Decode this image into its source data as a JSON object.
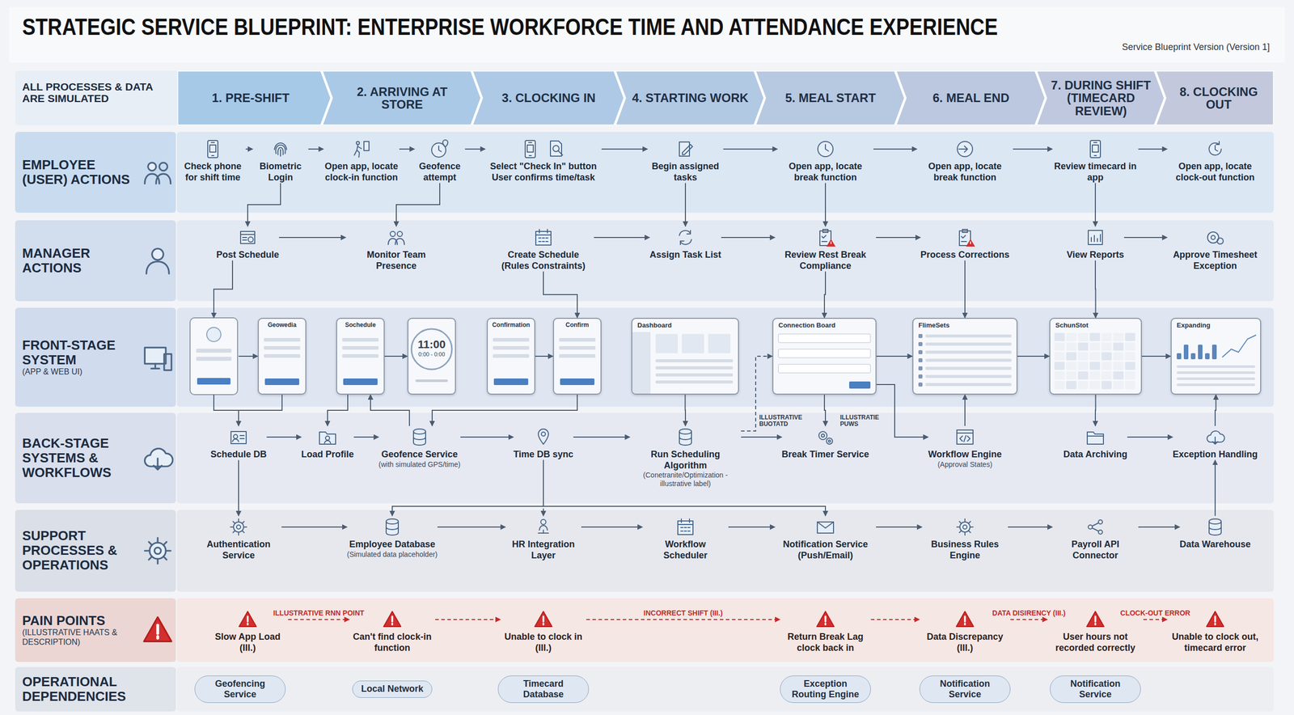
{
  "diagram": {
    "title": "STRATEGIC SERVICE BLUEPRINT: ENTERPRISE WORKFORCE TIME AND ATTENDANCE EXPERIENCE",
    "nodes": [
      {
        "text": [
          "1. PRE-SHIFT"
        ]
      },
      {
        "text": [
          "2. ARRIVING AT STORE"
        ]
      },
      {
        "text": [
          "3. CLOCKING IN"
        ]
      },
      {
        "text": [
          "4. STARTING WORK"
        ]
      },
      {
        "text": [
          "5. MEAL START"
        ]
      },
      {
        "text": [
          "6. MEAL END"
        ]
      },
      {
        "text": [
          "7. DURING SHIFT (TIMECARD REVIEW)"
        ]
      },
      {
        "text": [
          "8. CLOCKING OUT"
        ]
      },
      {
        "text": [
          "EMPLOYEE (USER) ACTIONS"
        ]
      },
      {
        "text": [
          "Check phone for shift time"
        ],
        "in": 8
      },
      {
        "text": [
          "Biometric Login"
        ],
        "in": 8
      },
      {
        "text": [
          "Open app, locate clock-in function"
        ],
        "in": 8
      },
      {
        "text": [
          "Geofence attempt"
        ],
        "in": 8
      },
      {
        "text": [
          "Select \"Check In\" button User confirms time/task"
        ],
        "in": 8
      },
      {
        "text": [
          "Begin assigned tasks"
        ],
        "in": 8
      },
      {
        "text": [
          "Open app, locate break function"
        ],
        "in": 8
      },
      {
        "text": [
          "Open app, locate break function"
        ],
        "in": 8
      },
      {
        "text": [
          "Review timecard in app"
        ],
        "in": 8
      },
      {
        "text": [
          "Open app, locate clock-out function"
        ],
        "in": 8
      },
      {
        "text": [
          "MANAGER ACTIONS"
        ]
      },
      {
        "text": [
          "Post Schedule"
        ],
        "in": 19
      },
      {
        "text": [
          "Monitor Team Presence"
        ],
        "in": 19
      },
      {
        "text": [
          "Create Schedule (Rules Constraints)"
        ],
        "in": 19
      },
      {
        "text": [
          "Assign Task List"
        ],
        "in": 19
      },
      {
        "text": [
          "Review Rest Break Compliance"
        ],
        "in": 19
      },
      {
        "text": [
          "Process Corrections"
        ],
        "in": 19
      },
      {
        "text": [
          "View Reports"
        ],
        "in": 19
      },
      {
        "text": [
          "Approve Timesheet Exception"
        ],
        "in": 19
      },
      {
        "text": [
          "FRONT-STAGE SYSTEM",
          "(APP & WEB UI)"
        ]
      },
      {
        "text": [
          "Geowedia"
        ],
        "in": 28
      },
      {
        "text": [
          "Sochedule"
        ],
        "in": 28
      },
      {
        "text": [
          "11:00",
          "0:00 - 0:00"
        ],
        "in": 28
      },
      {
        "text": [
          "Confirmation"
        ],
        "in": 28
      },
      {
        "text": [
          "Confirm"
        ],
        "in": 28
      },
      {
        "text": [
          "Dashboard"
        ],
        "in": 28
      },
      {
        "text": [
          "Connection Board"
        ],
        "in": 28
      },
      {
        "text": [
          "FlimeSets"
        ],
        "in": 28
      },
      {
        "text": [
          "SchunStot"
        ],
        "in": 28
      },
      {
        "text": [
          "Expanding"
        ],
        "in": 28
      },
      {
        "text": [
          "BACK-STAGE SYSTEMS & WORKFLOWS"
        ]
      },
      {
        "text": [
          "Schedule DB"
        ],
        "in": 39
      },
      {
        "text": [
          "Load Profile"
        ],
        "in": 39
      },
      {
        "text": [
          "Geofence Service",
          "(with simulated GPS/time)"
        ],
        "in": 39
      },
      {
        "text": [
          "Time DB sync"
        ],
        "in": 39
      },
      {
        "text": [
          "Run Scheduling Algorithm",
          "(Conetranite/Optimization - illustrative label)"
        ],
        "in": 39
      },
      {
        "text": [
          "Break Timer Service"
        ],
        "in": 39
      },
      {
        "text": [
          "Workflow Engine",
          "(Approval States)"
        ],
        "in": 39
      },
      {
        "text": [
          "Data Archiving"
        ],
        "in": 39
      },
      {
        "text": [
          "Exception Handling"
        ],
        "in": 39
      },
      {
        "text": [
          "SUPPORT PROCESSES & OPERATIONS"
        ]
      },
      {
        "text": [
          "Authentication Service"
        ],
        "in": 49
      },
      {
        "text": [
          "Employee Database",
          "(Simulated data placeholder)"
        ],
        "in": 49
      },
      {
        "text": [
          "HR Integration Layer"
        ],
        "in": 49
      },
      {
        "text": [
          "Workflow Scheduler"
        ],
        "in": 49
      },
      {
        "text": [
          "Notification Service (Push/Email)"
        ],
        "in": 49
      },
      {
        "text": [
          "Business Rules Engine"
        ],
        "in": 49
      },
      {
        "text": [
          "Payroll API Connector"
        ],
        "in": 49
      },
      {
        "text": [
          "Data Warehouse"
        ],
        "in": 49
      },
      {
        "text": [
          "PAIN POINTS",
          "(ILLUSTRATIVE HAATS & DESCRIPTION)"
        ]
      },
      {
        "text": [
          "Slow App Load (III.)"
        ],
        "in": 58
      },
      {
        "text": [
          "Can't find clock-in function"
        ],
        "in": 58
      },
      {
        "text": [
          "Unable to clock in (III.)"
        ],
        "in": 58
      },
      {
        "text": [
          "Return Break Lag clock back in"
        ],
        "in": 58
      },
      {
        "text": [
          "Data Discrepancy (III.)"
        ],
        "in": 58
      },
      {
        "text": [
          "User hours not recorded correctly"
        ],
        "in": 58
      },
      {
        "text": [
          "Unable to clock out, timecard error"
        ],
        "in": 58
      },
      {
        "text": [
          "OPERATIONAL DEPENDENCIES"
        ]
      },
      {
        "text": [
          "Geofencing Service"
        ],
        "in": 66
      },
      {
        "text": [
          "Local Network"
        ],
        "in": 66
      },
      {
        "text": [
          "Timecard Database"
        ],
        "in": 66
      },
      {
        "text": [
          "Exception Routing Engine"
        ],
        "in": 66
      },
      {
        "text": [
          "Notification Service"
        ],
        "in": 66
      },
      {
        "text": [
          "Notification Service"
        ],
        "in": 66
      }
    ],
    "edges": [
      {
        "from": 9,
        "to": 10,
        "arrow": "to"
      },
      {
        "from": 10,
        "to": 11,
        "arrow": "to"
      },
      {
        "from": 11,
        "to": 12,
        "arrow": "to"
      },
      {
        "from": 12,
        "to": 13,
        "arrow": "to"
      },
      {
        "from": 13,
        "to": 14,
        "arrow": "to"
      },
      {
        "from": 14,
        "to": 15,
        "arrow": "to"
      },
      {
        "from": 15,
        "to": 16,
        "arrow": "to"
      },
      {
        "from": 16,
        "to": 17,
        "arrow": "to"
      },
      {
        "from": 17,
        "to": 18,
        "arrow": "to"
      },
      {
        "from": 10,
        "to": 20,
        "arrow": "to"
      },
      {
        "from": 12,
        "to": 21,
        "arrow": "to"
      },
      {
        "from": 14,
        "to": 23,
        "arrow": "to"
      },
      {
        "from": 15,
        "to": 24,
        "arrow": "to"
      },
      {
        "from": 17,
        "to": 26,
        "arrow": "to"
      },
      {
        "from": 20,
        "to": 21,
        "arrow": "to"
      },
      {
        "from": 22,
        "to": 23,
        "arrow": "to"
      },
      {
        "from": 23,
        "to": 24,
        "arrow": "to"
      },
      {
        "from": 24,
        "to": 25,
        "arrow": "to"
      },
      {
        "from": 26,
        "to": 27,
        "arrow": "to"
      },
      {
        "from": 22,
        "to": 33,
        "arrow": "to"
      },
      {
        "from": 24,
        "to": 35,
        "arrow": "to"
      },
      {
        "from": 25,
        "to": 36,
        "arrow": "to"
      },
      {
        "from": 26,
        "to": 37,
        "arrow": "to"
      },
      {
        "from": 30,
        "to": 31,
        "arrow": "to"
      },
      {
        "from": 32,
        "to": 33,
        "arrow": "to"
      },
      {
        "from": 35,
        "to": 36,
        "arrow": "to"
      },
      {
        "from": 36,
        "to": 37,
        "arrow": "to"
      },
      {
        "from": 37,
        "to": 38,
        "arrow": "to"
      },
      {
        "from": 29,
        "to": 40,
        "arrow": "to"
      },
      {
        "from": 30,
        "to": 41,
        "arrow": "to"
      },
      {
        "from": 42,
        "to": 30,
        "arrow": "to"
      },
      {
        "from": 33,
        "to": 42,
        "arrow": "to"
      },
      {
        "from": 34,
        "to": 44,
        "arrow": "to"
      },
      {
        "from": 44,
        "to": 35,
        "arrow": "to"
      },
      {
        "from": 35,
        "to": 45,
        "arrow": "to"
      },
      {
        "from": 35,
        "to": 46,
        "arrow": "to"
      },
      {
        "from": 46,
        "to": 36,
        "arrow": "to"
      },
      {
        "from": 37,
        "to": 47,
        "arrow": "to"
      },
      {
        "from": 48,
        "to": 38,
        "arrow": "to"
      },
      {
        "from": 40,
        "to": 41,
        "arrow": "to"
      },
      {
        "from": 41,
        "to": 42,
        "arrow": "to"
      },
      {
        "from": 42,
        "to": 43,
        "arrow": "to"
      },
      {
        "from": 43,
        "to": 44,
        "arrow": "to"
      },
      {
        "from": 44,
        "to": 45,
        "arrow": "to"
      },
      {
        "from": 47,
        "to": 48,
        "arrow": "to"
      },
      {
        "from": 40,
        "to": 50,
        "arrow": "to"
      },
      {
        "from": 43,
        "to": 51,
        "arrow": "to"
      },
      {
        "from": 43,
        "to": 52,
        "arrow": "to"
      },
      {
        "from": 43,
        "to": 54,
        "arrow": "to"
      },
      {
        "from": 57,
        "to": 48,
        "arrow": "to"
      },
      {
        "from": 50,
        "to": 51,
        "arrow": "to"
      },
      {
        "from": 51,
        "to": 52,
        "arrow": "to"
      },
      {
        "from": 52,
        "to": 53,
        "arrow": "to"
      },
      {
        "from": 53,
        "to": 54,
        "arrow": "to"
      },
      {
        "from": 54,
        "to": 55,
        "arrow": "to"
      },
      {
        "from": 55,
        "to": 56,
        "arrow": "to"
      },
      {
        "from": 56,
        "to": 57,
        "arrow": "to"
      },
      {
        "from": 59,
        "to": 60,
        "label": "ILLUSTRATIVE RNN POINT",
        "arrow": "to"
      },
      {
        "from": 60,
        "to": 61,
        "arrow": "to"
      },
      {
        "from": 61,
        "to": 62,
        "label": "INCORRECT SHIFT (III.)",
        "arrow": "to"
      },
      {
        "from": 62,
        "to": 63,
        "arrow": "to"
      },
      {
        "from": 63,
        "to": 64,
        "label": "DATA DISIRENCY (III.)",
        "arrow": "to"
      },
      {
        "from": 64,
        "to": 65,
        "label": "CLOCK-OUT ERROR",
        "arrow": "to"
      }
    ],
    "labels": [
      "ALL PROCESSES & DATA ARE SIMULATED",
      "Service Blueprint Version (Version 1]",
      "ILLUSTRATIVE BUOTATD",
      "ILLUSTRATIE PUWS"
    ]
  }
}
